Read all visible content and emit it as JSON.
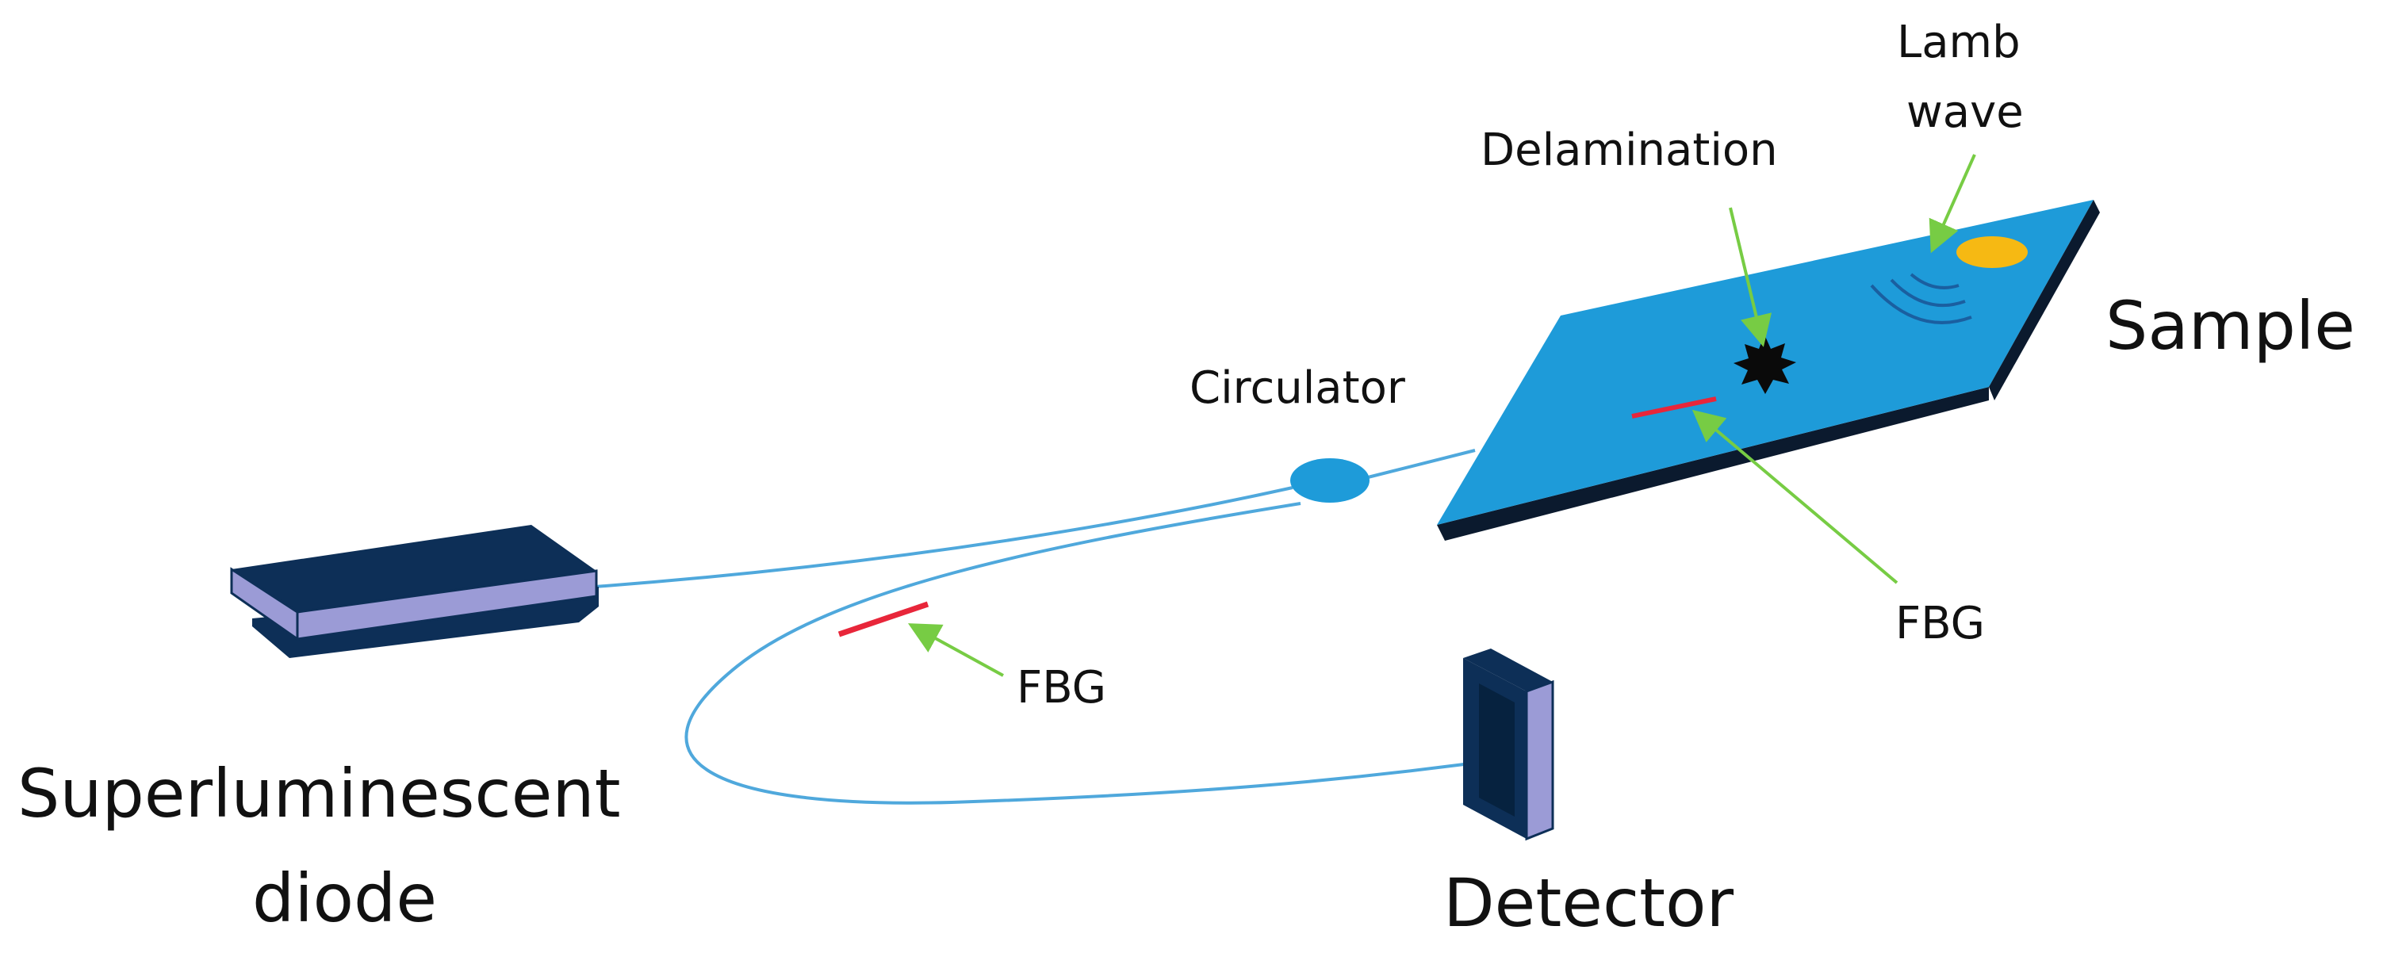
{
  "labels": {
    "source_line1": "Superluminescent",
    "source_line2": "diode",
    "detector": "Detector",
    "sample": "Sample",
    "circulator": "Circulator",
    "delamination": "Delamination",
    "lamb_line1": "Lamb",
    "lamb_line2": "wave",
    "fbg_fiber": "FBG",
    "fbg_sample": "FBG"
  },
  "colors": {
    "fiber": "#4fa8dc",
    "sample_top": "#1e9bd9",
    "sample_edge": "#0b1a2e",
    "device_dark": "#0d2f57",
    "device_light": "#9b9bd6",
    "fbg": "#e8263a",
    "arrow": "#77cc44",
    "lamb_source": "#f6b913",
    "delamination": "#0a0a0a",
    "circulator": "#1e9bd9"
  },
  "icons": {
    "source": "superluminescent-diode-box",
    "detector": "detector-box",
    "circulator": "circulator-ellipse",
    "sample": "sample-plate",
    "delamination": "delamination-star",
    "lamb_wave": "lamb-wave-arcs"
  }
}
